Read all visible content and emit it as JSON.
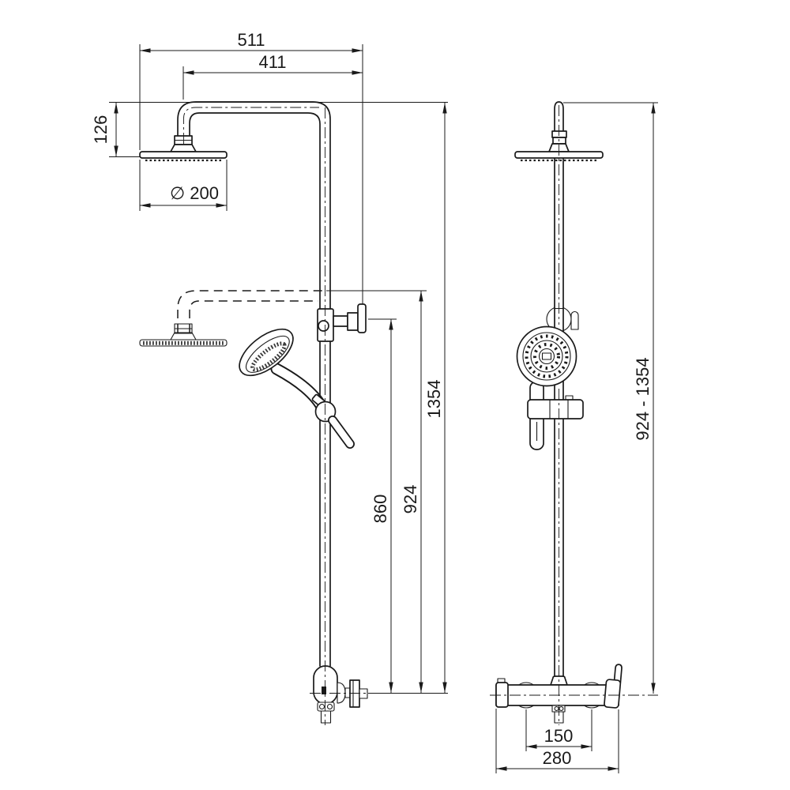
{
  "drawing": {
    "subject": "thermostatic shower column with overhead shower and hand shower, two orthographic views",
    "style": {
      "line_color": "#1a1a1a",
      "background": "#ffffff"
    }
  },
  "dimensions": {
    "total_width": "511",
    "arm_reach": "411",
    "head_drop": "126",
    "head_diameter": "∅ 200",
    "total_height": "1354",
    "riser_min_height": "924",
    "bracket_height": "860",
    "adjustable_height_range": "924 - 1354",
    "inlet_spacing": "150",
    "mixer_width": "280"
  }
}
